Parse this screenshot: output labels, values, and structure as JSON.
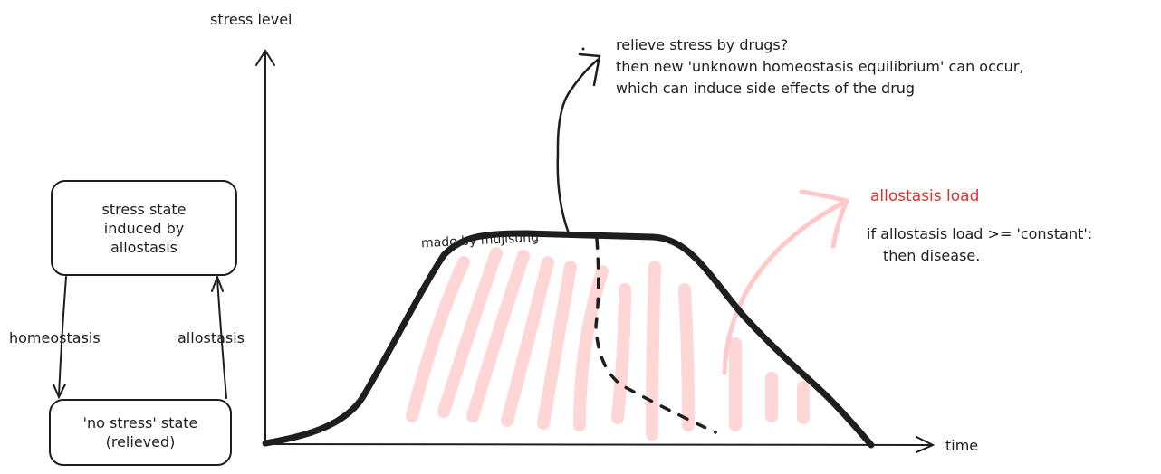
{
  "axes": {
    "y_label": "stress level",
    "x_label": "time"
  },
  "boxes": {
    "stress_state": {
      "line1": "stress state",
      "line2": "induced by",
      "line3": "allostasis"
    },
    "no_stress_state": {
      "line1": "'no stress' state",
      "line2": "(relieved)"
    }
  },
  "arrows": {
    "homeostasis": "homeostasis",
    "allostasis": "allostasis"
  },
  "watermark": "made by mujisung",
  "drug_note": {
    "line1": "relieve stress by drugs?",
    "line2": "then new 'unknown homeostasis equilibrium' can occur,",
    "line3": "which can induce side effects of the drug"
  },
  "allostasis_load": {
    "title": "allostasis load",
    "line1": "if allostasis load >= 'constant':",
    "line2": "then disease."
  },
  "colors": {
    "ink": "#1e1e1e",
    "accent_red": "#e03131",
    "hatch_pink": "#ffc9c9"
  }
}
